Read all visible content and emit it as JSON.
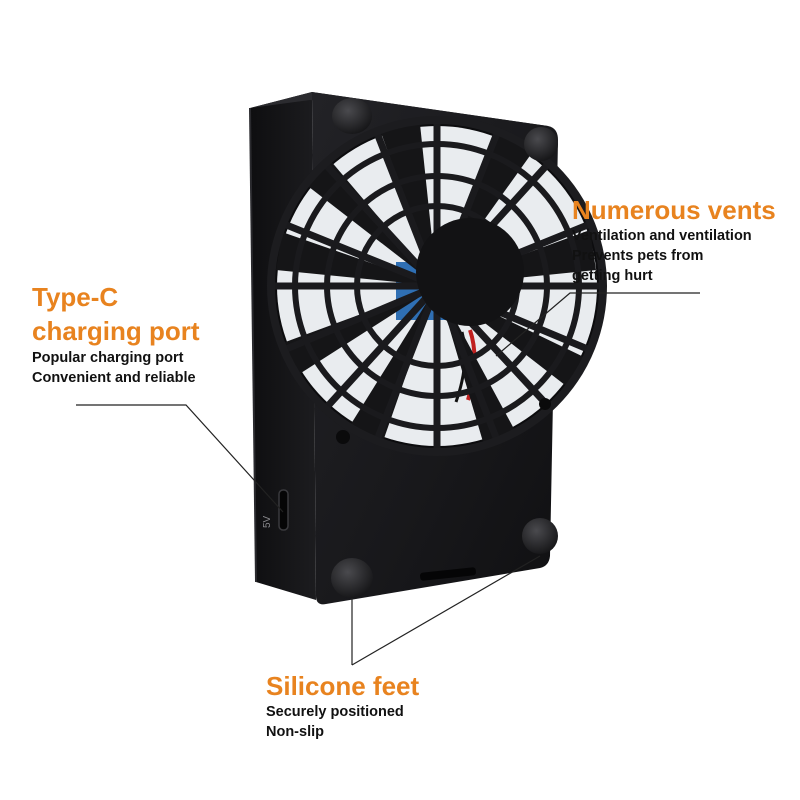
{
  "colors": {
    "accent": "#e8831f",
    "text": "#111111",
    "device": "#1b1b1d",
    "leader_line": "#222222"
  },
  "callouts": {
    "vents": {
      "title": "Numerous vents",
      "lines": [
        "Ventilation and ventilation",
        "Prevents pets from",
        "getting hurt"
      ]
    },
    "typec": {
      "title_lines": [
        "Type-C",
        "charging port"
      ],
      "lines": [
        "Popular charging port",
        "Convenient and reliable"
      ]
    },
    "feet": {
      "title": "Silicone feet",
      "lines": [
        "Securely positioned",
        "Non-slip"
      ]
    }
  },
  "device": {
    "port_label": "5V"
  }
}
